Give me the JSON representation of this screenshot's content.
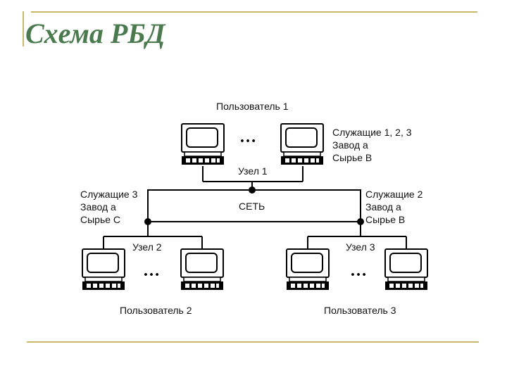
{
  "slide": {
    "title": "Схема РБД",
    "accent_color": "#c9b868",
    "title_color": "#4b7a4f"
  },
  "diagram": {
    "network_label": "СЕТЬ",
    "ellipsis": "…",
    "groups": [
      {
        "user_label": "Пользователь 1",
        "node_label": "Узел 1",
        "info": [
          "Служащие 1, 2, 3",
          "Завод а",
          "Сырье В"
        ]
      },
      {
        "user_label": "Пользователь 2",
        "node_label": "Узел 2",
        "info": [
          "Служащие 3",
          "Завод а",
          "Сырье С"
        ]
      },
      {
        "user_label": "Пользователь 3",
        "node_label": "Узел 3",
        "info": [
          "Служащие 2",
          "Завод а",
          "Сырье В"
        ]
      }
    ]
  }
}
